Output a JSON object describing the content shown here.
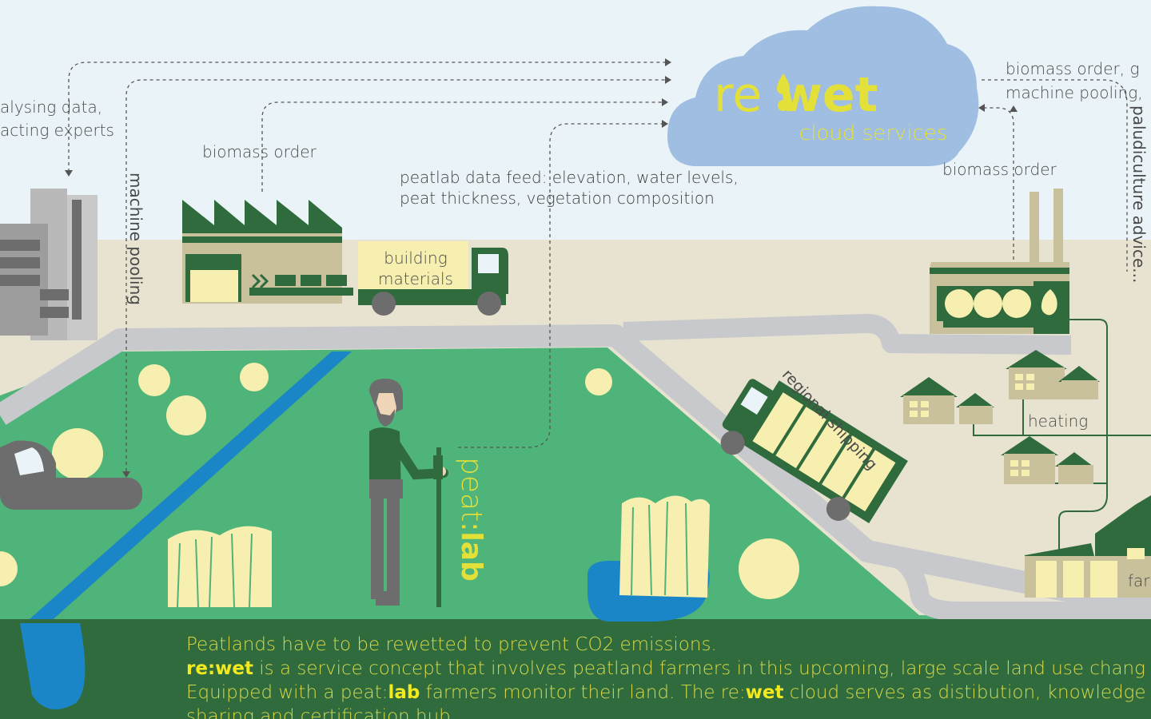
{
  "cloud": {
    "logo_prefix": "re",
    "logo_sep": ":",
    "logo_word": "wet",
    "subtitle": "cloud services"
  },
  "labels": {
    "analysing_line1": "alysing data,",
    "analysing_line2": "acting experts",
    "machine_pooling": "machine pooling",
    "biomass_order_left": "biomass order",
    "biomass_order_right": "biomass order",
    "data_feed_line1": "peatlab data feed: elevation, water levels,",
    "data_feed_line2": "peat thickness, vegetation composition",
    "building_line1": "building",
    "building_line2": "materials",
    "right_line1": "biomass order, g",
    "right_line2": "machine pooling,",
    "paludiculture": "paludiculture advice...",
    "regional_shipping": "regional shipping",
    "heating": "heating",
    "farm": "far"
  },
  "peatlab": {
    "prefix": "peat",
    "sep": ":",
    "word": "lab"
  },
  "footer": {
    "line1": "Peatlands have to be rewetted to prevent CO2 emissions.",
    "line2_bold": "re:wet",
    "line2_rest": " is a service concept that involves peatland farmers in this upcoming, large scale land use chang",
    "line3_a": "Equipped with a peat:",
    "line3_bold1": "lab",
    "line3_b": " farmers monitor their land. The re:",
    "line3_bold2": "wet",
    "line3_c": " cloud serves as distibution, knowledge",
    "line4": "sharing and certification hub."
  },
  "colors": {
    "sky": "#eaf4f8",
    "sand": "#e8e3d0",
    "field": "#4fb479",
    "ground": "#2f6b3c",
    "water": "#1a85c7",
    "road": "#c7c9cc",
    "building_green": "#2f6b3c",
    "building_tan": "#c8c19c",
    "cream": "#f7efb0",
    "cloud": "#a0bde2",
    "accent_yellow": "#e4e03a"
  }
}
